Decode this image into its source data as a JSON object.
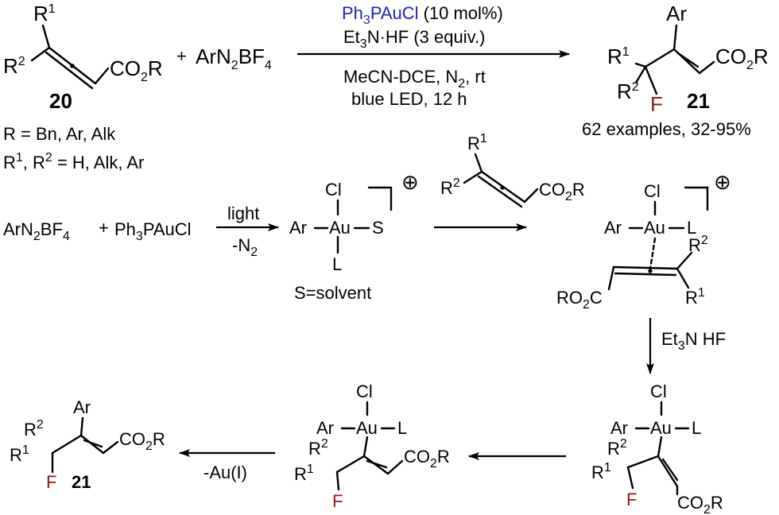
{
  "colors": {
    "catalyst": "#1f1fbf",
    "fluorine": "#8b1a1a",
    "ink": "#000000"
  },
  "top_reaction": {
    "start": {
      "R1": "R",
      "R1_sup": "1",
      "R2": "R",
      "R2_sup": "2",
      "ester": "CO",
      "ester_sub": "2",
      "ester_tail": "R",
      "label": "20"
    },
    "plus": "+",
    "reagent": {
      "a": "ArN",
      "sub": "2",
      "b": "BF",
      "sub2": "4"
    },
    "catalyst": {
      "name": "Ph",
      "sub": "3",
      "rest": "PAuCl",
      "loading": "(10 mol%)"
    },
    "additive": {
      "a": "Et",
      "sub": "3",
      "b": "N·HF (3 equiv.)"
    },
    "conditions1": {
      "a": "MeCN-DCE, N",
      "sub": "2",
      "b": ", rt"
    },
    "conditions2": "blue LED, 12 h",
    "product": {
      "Ar": "Ar",
      "R1": "R",
      "R1_sup": "1",
      "R2": "R",
      "R2_sup": "2",
      "F": "F",
      "ester": "CO",
      "ester_sub": "2",
      "ester_tail": "R",
      "label": "21"
    },
    "scope": "62 examples, 32-95%",
    "R_def": "R = Bn, Ar, Alk",
    "R12_def": {
      "a": "R",
      "sup1": "1",
      "b": ", R",
      "sup2": "2",
      "c": " = H, Alk, Ar"
    }
  },
  "mechanism": {
    "reagent1": {
      "a": "ArN",
      "sub": "2",
      "b": "BF",
      "sub2": "4"
    },
    "plus": "+",
    "reagent2": {
      "a": "Ph",
      "sub": "3",
      "b": "PAuCl"
    },
    "step1_top": "light",
    "step1_bottom": {
      "a": "-N",
      "sub": "2"
    },
    "intermediate1": {
      "Cl": "Cl",
      "Ar": "Ar",
      "Au": "Au",
      "S": "S",
      "L": "L",
      "charge": "⊕"
    },
    "solvent_note": "S=solvent",
    "allene": {
      "R1": "R",
      "R1_sup": "1",
      "R2": "R",
      "R2_sup": "2",
      "ester": "CO",
      "ester_sub": "2",
      "ester_tail": "R"
    },
    "intermediate2": {
      "Cl": "Cl",
      "Ar": "Ar",
      "Au": "Au",
      "L": "L",
      "charge": "⊕",
      "R2": "R",
      "R2_sup": "2",
      "R1": "R",
      "R1_sup": "1",
      "ester": "RO",
      "ester_sub": "2",
      "ester_tail": "C"
    },
    "step2": {
      "a": "Et",
      "sub": "3",
      "b": "N HF"
    },
    "intermediate3": {
      "Cl": "Cl",
      "Ar": "Ar",
      "Au": "Au",
      "L": "L",
      "R2": "R",
      "R2_sup": "2",
      "R1": "R",
      "R1_sup": "1",
      "F": "F",
      "ester": "CO",
      "ester_sub": "2",
      "ester_tail": "R"
    },
    "intermediate4": {
      "Cl": "Cl",
      "Ar": "Ar",
      "Au": "Au",
      "L": "L",
      "R2": "R",
      "R2_sup": "2",
      "R1": "R",
      "R1_sup": "1",
      "F": "F",
      "ester": "CO",
      "ester_sub": "2",
      "ester_tail": "R"
    },
    "step4": "-Au(I)",
    "product": {
      "Ar": "Ar",
      "R2": "R",
      "R2_sup": "2",
      "R1": "R",
      "R1_sup": "1",
      "F": "F",
      "ester": "CO",
      "ester_sub": "2",
      "ester_tail": "R",
      "label": "21"
    }
  }
}
